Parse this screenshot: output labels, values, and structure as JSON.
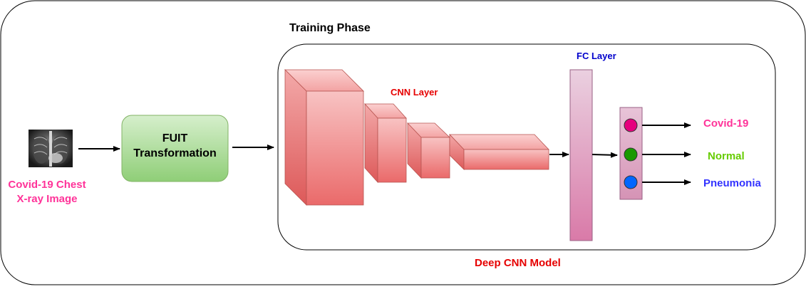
{
  "diagram": {
    "phase_title": "Training Phase",
    "model_label": "Deep CNN Model",
    "cnn_layer_label": "CNN Layer",
    "fc_layer_label": "FC Layer",
    "input": {
      "label_line1": "Covid-19 Chest",
      "label_line2": "X-ray Image"
    },
    "transform": {
      "label_line1": "FUIT",
      "label_line2": "Transformation"
    },
    "outputs": [
      {
        "label": "Covid-19",
        "color": "#ff3399",
        "node_color": "#e6007e"
      },
      {
        "label": "Normal",
        "color": "#66cc00",
        "node_color": "#1a9900"
      },
      {
        "label": "Pneumonia",
        "color": "#3333ff",
        "node_color": "#0066ff"
      }
    ],
    "colors": {
      "cnn_face": "#f08a8a",
      "cnn_top": "#f7b3b3",
      "transform_fill": "#a9d99a",
      "fc_fill": "#e6b3d1",
      "phase_title_color": "#000000",
      "model_label_color": "#e60000",
      "cnn_label_color": "#e60000",
      "fc_label_color": "#0000cc",
      "input_label_color": "#ff3399"
    }
  }
}
